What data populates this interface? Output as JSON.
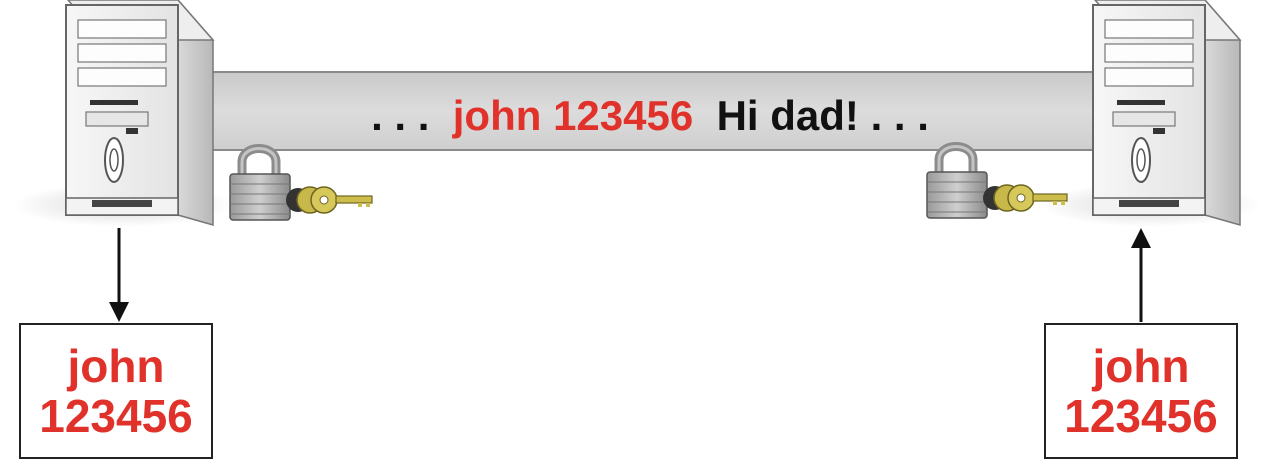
{
  "message": {
    "prefix": ". . .",
    "credential": "john 123456",
    "text": "Hi dad!",
    "suffix": ". . ."
  },
  "left_box": {
    "line1": "john",
    "line2": "123456"
  },
  "right_box": {
    "line1": "john",
    "line2": "123456"
  },
  "colors": {
    "credential_red": "#e0322a",
    "pipe_gray": "#d6d6d6",
    "text_black": "#111111"
  },
  "icons": [
    "computer-tower-icon",
    "padlock-icon",
    "key-icon",
    "arrow-down-icon",
    "arrow-up-icon"
  ]
}
